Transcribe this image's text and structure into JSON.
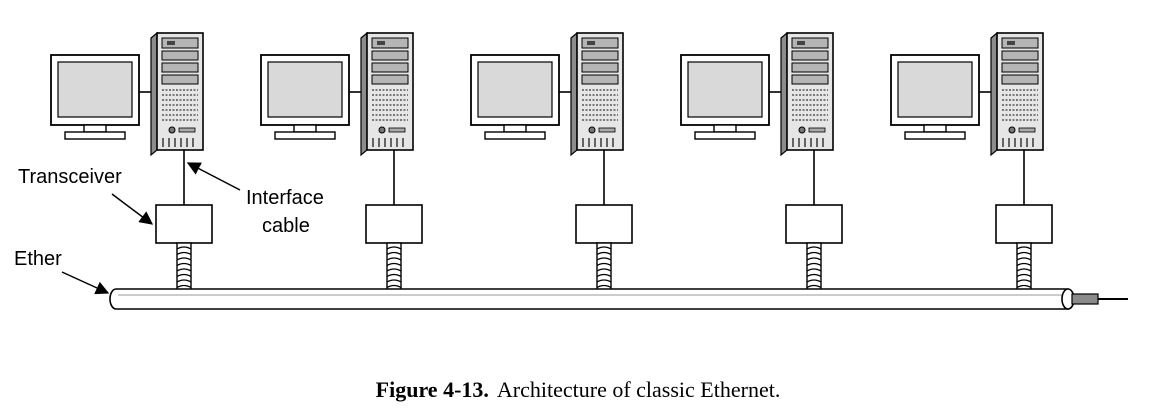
{
  "labels": {
    "transceiver": "Transceiver",
    "interface_line1": "Interface",
    "interface_line2": "cable",
    "ether": "Ether"
  },
  "caption": {
    "number": "Figure 4-13.",
    "text": "Architecture of classic Ethernet."
  },
  "stations": [
    {
      "id": 1
    },
    {
      "id": 2
    },
    {
      "id": 3
    },
    {
      "id": 4
    },
    {
      "id": 5
    }
  ],
  "colors": {
    "line": "#000000",
    "screen": "#d9d9d9",
    "tower": "#e6e6e6",
    "cable_fill": "#ffffff"
  }
}
